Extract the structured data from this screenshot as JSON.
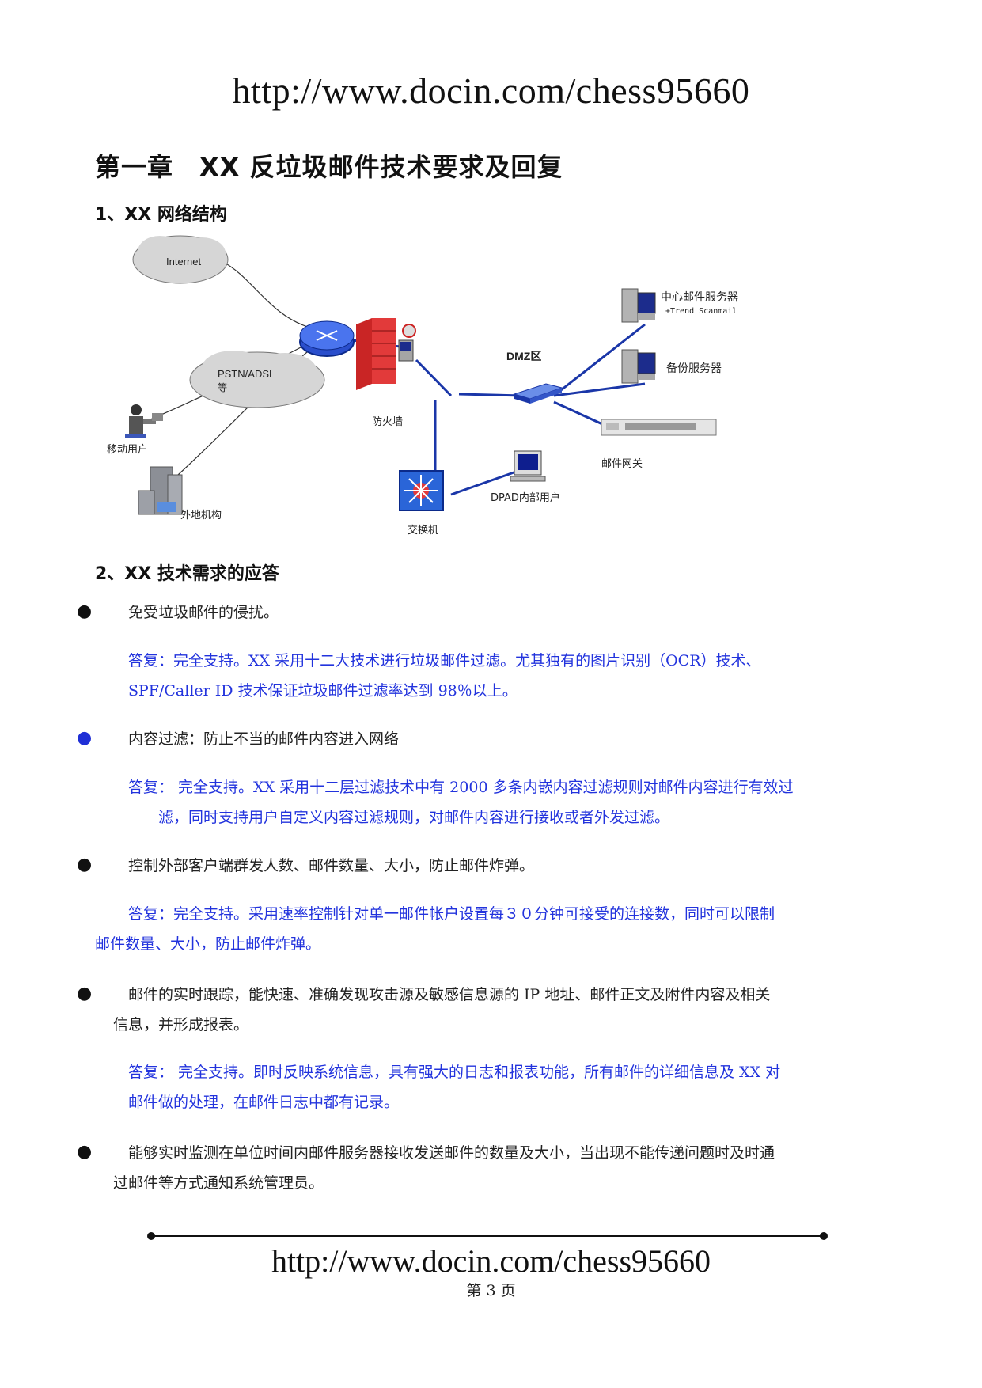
{
  "header_url": "http://www.docin.com/chess95660",
  "chapter_title": "第一章　XX 反垃圾邮件技术要求及回复",
  "section1_title": "1、XX 网络结构",
  "diagram": {
    "internet": "Internet",
    "pstn": "PSTN/ADSL",
    "pstn2": "等",
    "mobile_user": "移动用户",
    "remote_org": "外地机构",
    "firewall": "防火墙",
    "dmz": "DMZ区",
    "mail_server": "中心邮件服务器",
    "mail_server_sub": "+Trend Scanmail",
    "backup_server": "备份服务器",
    "mail_gateway": "邮件网关",
    "internal_user": "DPAD内部用户",
    "switch": "交换机"
  },
  "section2_title": "2、XX 技术需求的应答",
  "items": [
    {
      "requirement": [
        "免受垃圾邮件的侵扰。"
      ],
      "answer": [
        "答复：完全支持。XX 采用十二大技术进行垃圾邮件过滤。尤其独有的图片识别（OCR）技术、",
        "SPF/Caller ID 技术保证垃圾邮件过滤率达到 98％以上。"
      ]
    },
    {
      "requirement": [
        "内容过滤：防止不当的邮件内容进入网络"
      ],
      "answer": [
        "答复： 完全支持。XX 采用十二层过滤技术中有 2000 多条内嵌内容过滤规则对邮件内容进行有效过",
        "滤，同时支持用户自定义内容过滤规则，对邮件内容进行接收或者外发过滤。"
      ]
    },
    {
      "requirement": [
        "控制外部客户端群发人数、邮件数量、大小，防止邮件炸弹。"
      ],
      "answer": [
        "答复：完全支持。采用速率控制针对单一邮件帐户设置每３０分钟可接受的连接数，同时可以限制",
        "邮件数量、大小，防止邮件炸弹。"
      ]
    },
    {
      "requirement": [
        "邮件的实时跟踪，能快速、准确发现攻击源及敏感信息源的 IP 地址、邮件正文及附件内容及相关",
        "信息，并形成报表。"
      ],
      "answer": [
        "答复： 完全支持。即时反映系统信息，具有强大的日志和报表功能，所有邮件的详细信息及 XX 对",
        "邮件做的处理，在邮件日志中都有记录。"
      ]
    },
    {
      "requirement": [
        "能够实时监测在单位时间内邮件服务器接收发送邮件的数量及大小，当出现不能传递问题时及时通",
        "过邮件等方式通知系统管理员。"
      ]
    }
  ],
  "bullet_char": "●",
  "footer_url": "http://www.docin.com/chess95660",
  "page_number": "第 3 页"
}
